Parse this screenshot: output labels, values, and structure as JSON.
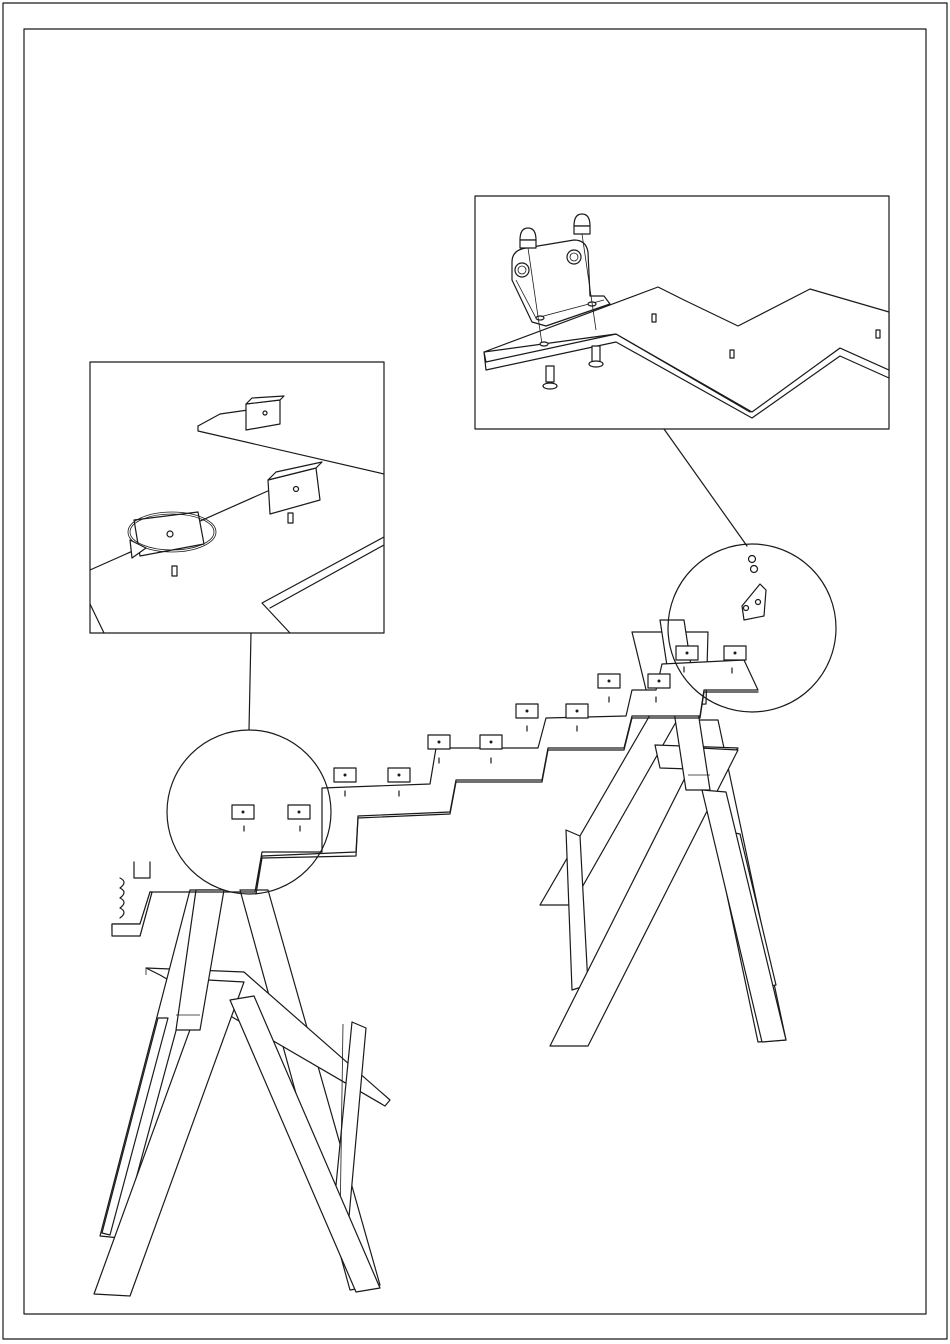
{
  "page": {
    "kind": "assembly-instruction-sheet",
    "ink_color": "#1a1a1a",
    "paper_color": "#ffffff"
  },
  "illustration": {
    "parts": [
      "sawhorse-left",
      "sawhorse-right",
      "zigzag-board",
      "shelf-block",
      "bracket",
      "cap-nut",
      "bolt",
      "dowel"
    ],
    "detail_views": [
      {
        "id": "detail-left",
        "icon": "rotate-arrow-icon"
      },
      {
        "id": "detail-right",
        "icon": "bracket-icon"
      }
    ],
    "block_count_on_board": 12
  }
}
